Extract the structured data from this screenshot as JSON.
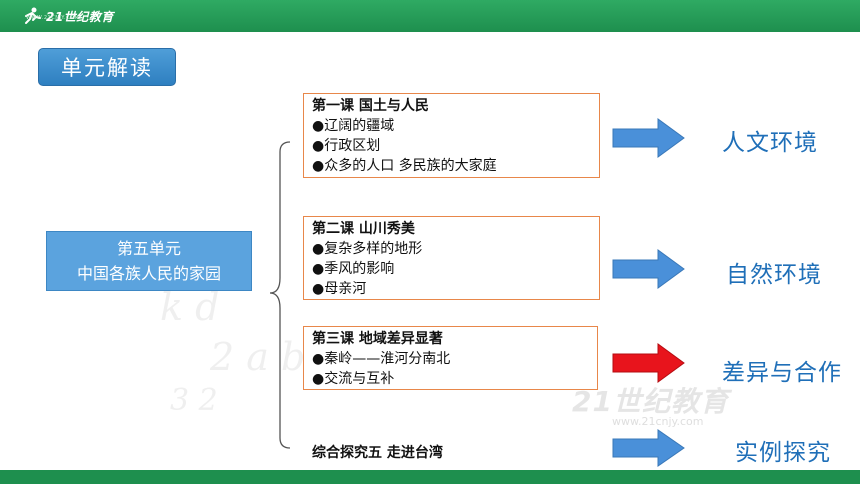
{
  "header": {
    "logo_text": "21世纪教育",
    "logo_sub": "WWW.21CNJY.COM"
  },
  "unit_badge": "单元解读",
  "unit_box": {
    "line1": "第五单元",
    "line2": "中国各族人民的家园"
  },
  "lessons": [
    {
      "title": "第一课  国土与人民",
      "items": [
        "●辽阔的疆域",
        "●行政区划",
        "●众多的人口 多民族的大家庭"
      ]
    },
    {
      "title": "第二课  山川秀美",
      "items": [
        "●复杂多样的地形",
        "●季风的影响",
        "●母亲河"
      ]
    },
    {
      "title": "第三课  地域差异显著",
      "items": [
        "●秦岭——淮河分南北",
        "●交流与互补"
      ]
    },
    {
      "title": "综合探究五  走进台湾",
      "items": []
    }
  ],
  "results": [
    "人文环境",
    "自然环境",
    "差异与合作",
    "实例探究"
  ],
  "colors": {
    "arrow_blue": "#4a90d9",
    "arrow_red": "#e8141c",
    "result_text": "#1f6fb8",
    "green_bar": "#1e8f4e"
  },
  "watermark": {
    "text": "21世纪教育",
    "url": "www.21cnjy.com"
  }
}
